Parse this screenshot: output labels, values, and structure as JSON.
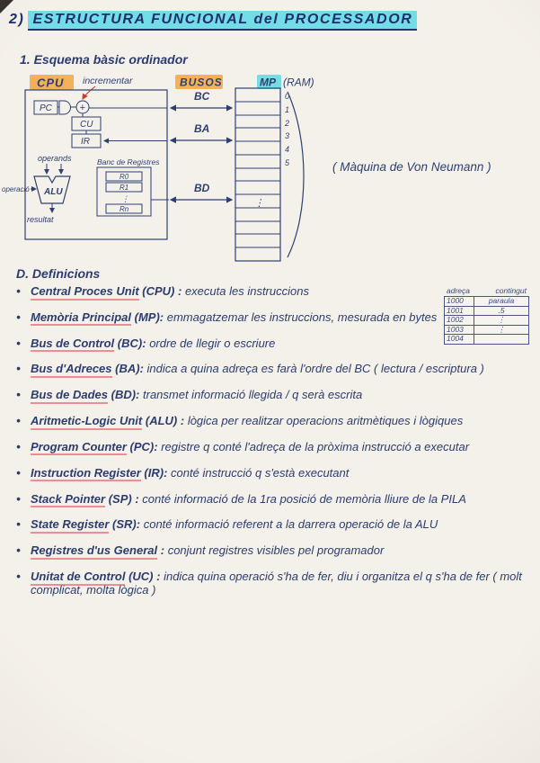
{
  "page": {
    "title_prefix": "2)",
    "title": "ESTRUCTURA FUNCIONAL del PROCESSADOR",
    "section_diagram": "1. Esquema bàsic ordinador",
    "section_definitions": "D. Definicions"
  },
  "diagram": {
    "cpu_label": "CPU",
    "incrementar_label": "incrementar",
    "busos_label": "BUSOS",
    "mp_label": "MP",
    "mp_suffix": "(RAM)",
    "pc_label": "PC",
    "plus_label": "+",
    "cu_label": "CU",
    "ir_label": "IR",
    "operands_label": "operands",
    "banc_label": "Banc de Registres",
    "registers": [
      "R0",
      "R1",
      "⋮",
      "Rn"
    ],
    "alu_label": "ALU",
    "operacio_label": "operació",
    "resultat_label": "resultat",
    "bus_bc": "BC",
    "bus_ba": "BA",
    "bus_bd": "BD",
    "memory_rows": [
      "0",
      "1",
      "2",
      "3",
      "4",
      "5"
    ],
    "memory_dots": "⋮",
    "von_neumann": "( Màquina de Von Neumann )"
  },
  "memory_table": {
    "col1": "adreça",
    "col2": "contingut",
    "rows": [
      {
        "addr": "1000",
        "content": "paraula"
      },
      {
        "addr": "1001",
        "content": ".5"
      },
      {
        "addr": "1002",
        "content": "⋮"
      },
      {
        "addr": "1003",
        "content": "⋮"
      },
      {
        "addr": "1004",
        "content": ""
      }
    ]
  },
  "definitions": [
    {
      "term": "Central Proces Unit",
      "abbr": "(CPU) :",
      "text": "executa les instruccions"
    },
    {
      "term": "Memòria Principal",
      "abbr": "(MP):",
      "text": "emmagatzemar les instruccions, mesurada en bytes"
    },
    {
      "term": "Bus de Control",
      "abbr": "(BC):",
      "text": "ordre de llegir o escriure"
    },
    {
      "term": "Bus d'Adreces",
      "abbr": "(BA):",
      "text": "indica a quina adreça es farà l'ordre del BC ( lectura / escriptura )"
    },
    {
      "term": "Bus de Dades",
      "abbr": "(BD):",
      "text": "transmet informació llegida / q serà escrita"
    },
    {
      "term": "Aritmetic-Logic Unit",
      "abbr": "(ALU) :",
      "text": "lògica per realitzar operacions aritmètiques i lògiques"
    },
    {
      "term": "Program Counter",
      "abbr": "(PC):",
      "text": "registre q conté l'adreça de la pròxima instrucció a executar"
    },
    {
      "term": "Instruction Register",
      "abbr": "(IR):",
      "text": "conté instrucció q s'està executant"
    },
    {
      "term": "Stack Pointer",
      "abbr": "(SP) :",
      "text": "conté informació de la 1ra posició de memòria lliure de la PILA"
    },
    {
      "term": "State Register",
      "abbr": "(SR):",
      "text": "conté informació referent a la darrera operació de la ALU"
    },
    {
      "term": "Registres d'us General",
      "abbr": ":",
      "text": "conjunt registres visibles pel programador"
    },
    {
      "term": "Unitat de Control",
      "abbr": "(UC) :",
      "text": "indica quina operació s'ha de fer, diu i organitza el q s'ha de fer ( molt complicat, molta lògica )"
    }
  ]
}
